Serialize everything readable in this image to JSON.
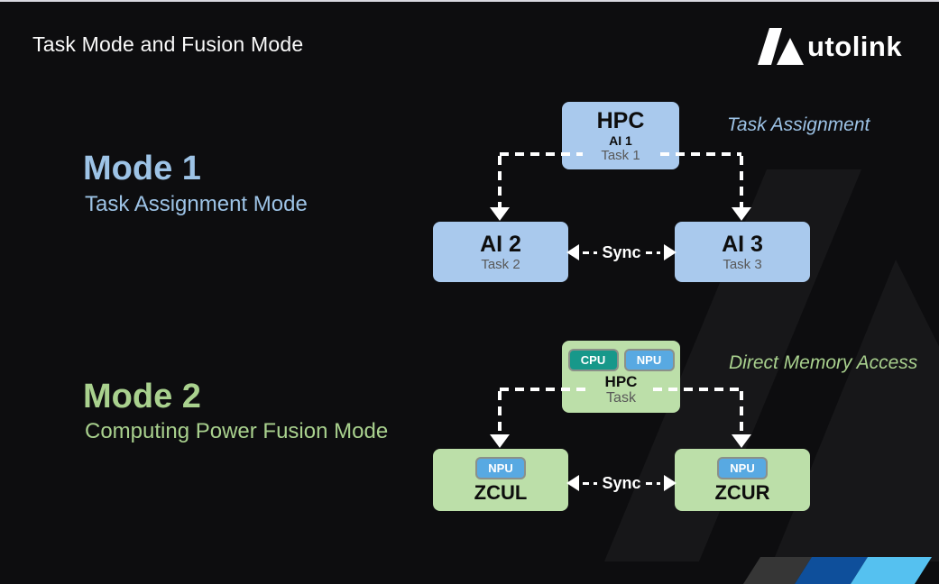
{
  "slide": {
    "title": "Task Mode and Fusion Mode",
    "logo_text": "utolink"
  },
  "mode1": {
    "heading": "Mode 1",
    "subtitle": "Task Assignment Mode",
    "annotation": "Task Assignment",
    "hpc_box": {
      "title": "HPC",
      "line2": "AI 1",
      "line3": "Task 1"
    },
    "left_box": {
      "title": "AI 2",
      "subtitle": "Task 2"
    },
    "right_box": {
      "title": "AI 3",
      "subtitle": "Task 3"
    },
    "sync_label": "Sync"
  },
  "mode2": {
    "heading": "Mode 2",
    "subtitle": "Computing Power Fusion Mode",
    "annotation": "Direct Memory Access",
    "hpc_box": {
      "chips": [
        "CPU",
        "NPU"
      ],
      "title": "HPC",
      "line2": "Task"
    },
    "left_box": {
      "chip": "NPU",
      "title": "ZCUL"
    },
    "right_box": {
      "chip": "NPU",
      "title": "ZCUR"
    },
    "sync_label": "Sync"
  },
  "colors": {
    "bg": "#0d0d0f",
    "accent-blue": "#9dc3e6",
    "accent-green": "#a9d18e",
    "box-blue": "#a9c9ed",
    "box-green": "#bcdfa9",
    "chip-teal": "#17988a",
    "chip-blue": "#58a9e2",
    "stripe-gray": "#363636",
    "stripe-blue": "#0e4f9b",
    "stripe-light": "#55c1f0"
  }
}
